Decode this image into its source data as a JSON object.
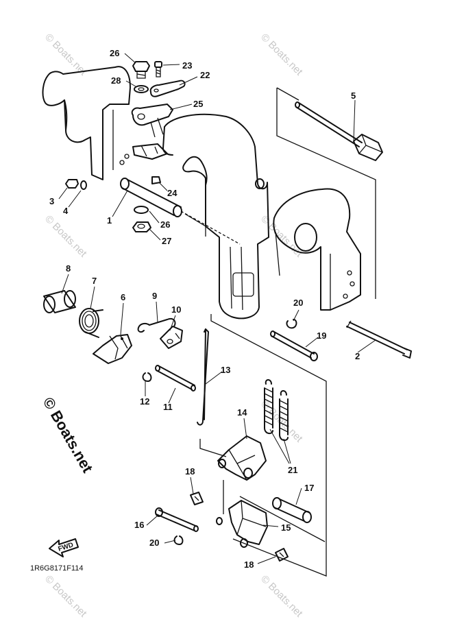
{
  "watermark": "© Boats.net",
  "catalog_code": "1R6G8171F114",
  "fwd_label": "FWD",
  "callouts": [
    {
      "id": "c1",
      "label": "1"
    },
    {
      "id": "c2",
      "label": "2"
    },
    {
      "id": "c3",
      "label": "3"
    },
    {
      "id": "c4",
      "label": "4"
    },
    {
      "id": "c5",
      "label": "5"
    },
    {
      "id": "c6",
      "label": "6"
    },
    {
      "id": "c7",
      "label": "7"
    },
    {
      "id": "c8",
      "label": "8"
    },
    {
      "id": "c9",
      "label": "9"
    },
    {
      "id": "c10",
      "label": "10"
    },
    {
      "id": "c11",
      "label": "11"
    },
    {
      "id": "c12",
      "label": "12"
    },
    {
      "id": "c13",
      "label": "13"
    },
    {
      "id": "c14",
      "label": "14"
    },
    {
      "id": "c15",
      "label": "15"
    },
    {
      "id": "c16",
      "label": "16"
    },
    {
      "id": "c17",
      "label": "17"
    },
    {
      "id": "c18a",
      "label": "18"
    },
    {
      "id": "c18b",
      "label": "18"
    },
    {
      "id": "c19",
      "label": "19"
    },
    {
      "id": "c20a",
      "label": "20"
    },
    {
      "id": "c20b",
      "label": "20"
    },
    {
      "id": "c21",
      "label": "21"
    },
    {
      "id": "c22",
      "label": "22"
    },
    {
      "id": "c23",
      "label": "23"
    },
    {
      "id": "c24",
      "label": "24"
    },
    {
      "id": "c25",
      "label": "25"
    },
    {
      "id": "c26a",
      "label": "26"
    },
    {
      "id": "c26b",
      "label": "26"
    },
    {
      "id": "c27",
      "label": "27"
    },
    {
      "id": "c28",
      "label": "28"
    }
  ]
}
